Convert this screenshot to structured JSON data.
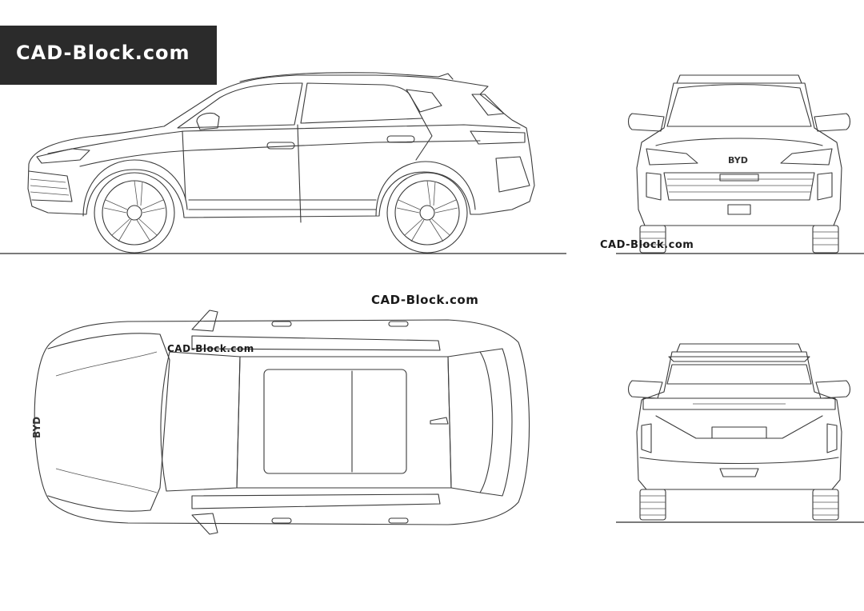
{
  "banner": {
    "text": "CAD-Block.com",
    "background": "#2b2b2b",
    "color": "#ffffff"
  },
  "watermarks": {
    "top_center": "CAD-Block.com",
    "front_view": "CAD-Block.com",
    "top_view": "CAD-Block.com"
  },
  "badges": {
    "front_logo": "BYD",
    "hood_logo": "BYD"
  },
  "drawing": {
    "line_color": "#3a3a3a",
    "background": "#ffffff"
  }
}
